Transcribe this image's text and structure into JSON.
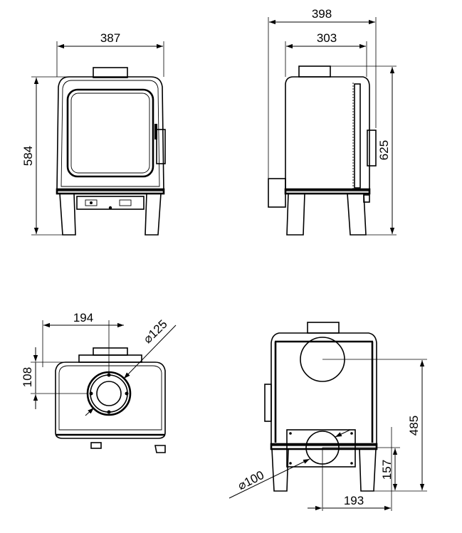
{
  "views": {
    "front": {
      "width_label": "387",
      "height_label": "584"
    },
    "side": {
      "overall_depth_label": "398",
      "body_depth_label": "303",
      "height_label": "625"
    },
    "top": {
      "flue_offset_x_label": "194",
      "flue_offset_y_label": "108",
      "flue_diameter_label": "⌀125"
    },
    "rear": {
      "rear_flue_height_label": "485",
      "air_inlet_height_label": "157",
      "air_inlet_offset_label": "193",
      "air_inlet_diameter_label": "⌀100"
    }
  }
}
